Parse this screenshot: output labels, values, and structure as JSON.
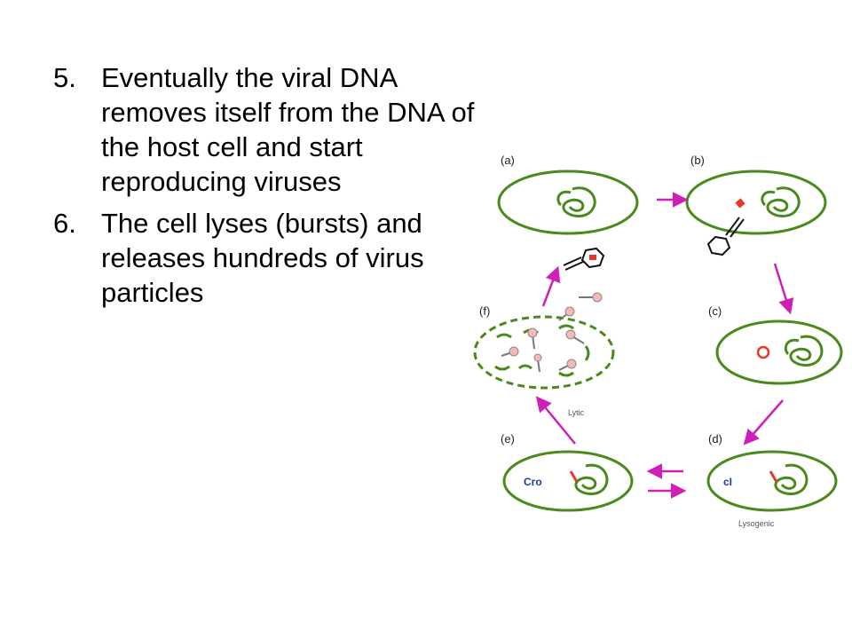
{
  "points": [
    {
      "number": "5.",
      "text": "Eventually the viral DNA removes itself from the DNA of the host cell and start reproducing viruses"
    },
    {
      "number": "6.",
      "text": "The cell lyses (bursts) and releases hundreds of virus particles"
    }
  ],
  "diagram": {
    "panels": [
      "(a)",
      "(b)",
      "(c)",
      "(d)",
      "(e)",
      "(f)"
    ],
    "captions": {
      "lytic": "Lytic",
      "lysogenic": "Lysogenic"
    },
    "genes": {
      "cro": "Cro",
      "ci": "cI"
    },
    "colors": {
      "cell": "#4a8a1c",
      "arrow": "#d01fb8",
      "viral_dna": "#e23a2a",
      "gene_text": "#1f3a9e"
    }
  }
}
